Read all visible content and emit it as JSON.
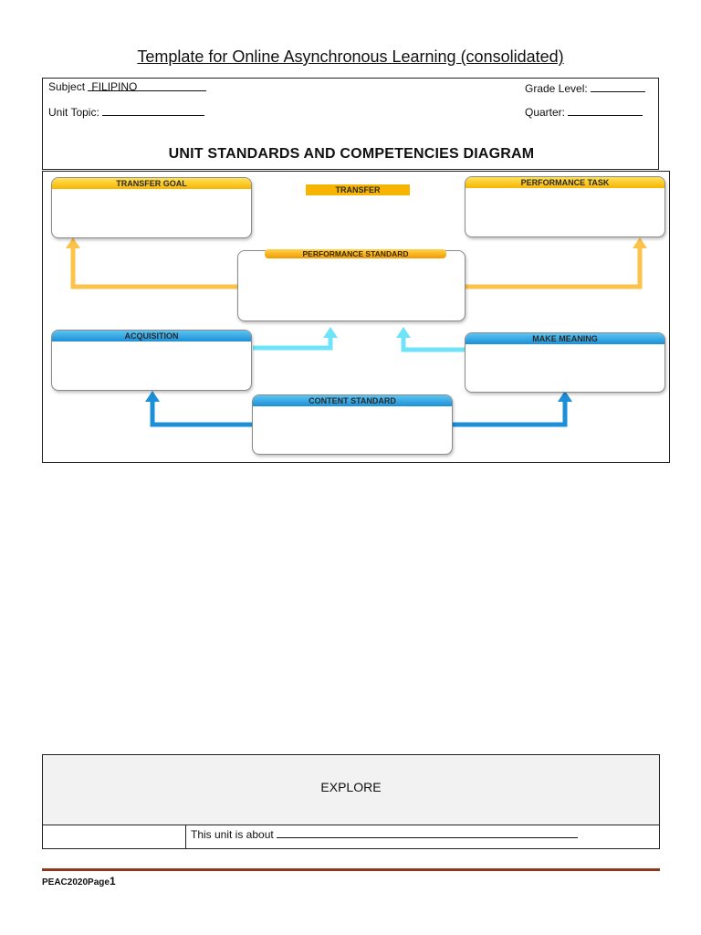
{
  "document": {
    "title": "Template for Online Asynchronous Learning (consolidated)"
  },
  "header_fields": {
    "subject_label": "Subject",
    "subject_value": "FILIPINO",
    "grade_level_label": "Grade Level:",
    "unit_topic_label": "Unit Topic:",
    "quarter_label": "Quarter:"
  },
  "diagram": {
    "title": "UNIT STANDARDS AND COMPETENCIES DIAGRAM",
    "transfer_label": "TRANSFER",
    "boxes": {
      "transfer_goal": "TRANSFER GOAL",
      "performance_task": "PERFORMANCE TASK",
      "performance_standard": "PERFORMANCE STANDARD",
      "acquisition": "ACQUISITION",
      "make_meaning": "MAKE MEANING",
      "content_standard": "CONTENT STANDARD"
    },
    "colors": {
      "gold": "#f7b400",
      "gold_arrow": "#fbc34a",
      "light_blue_arrow": "#6fe3f7",
      "blue_arrow": "#1b8fd8"
    }
  },
  "explore": {
    "heading": "EXPLORE",
    "prompt": "This unit is about"
  },
  "footer": {
    "label": "PEAC2020Page",
    "page_number": "1"
  }
}
